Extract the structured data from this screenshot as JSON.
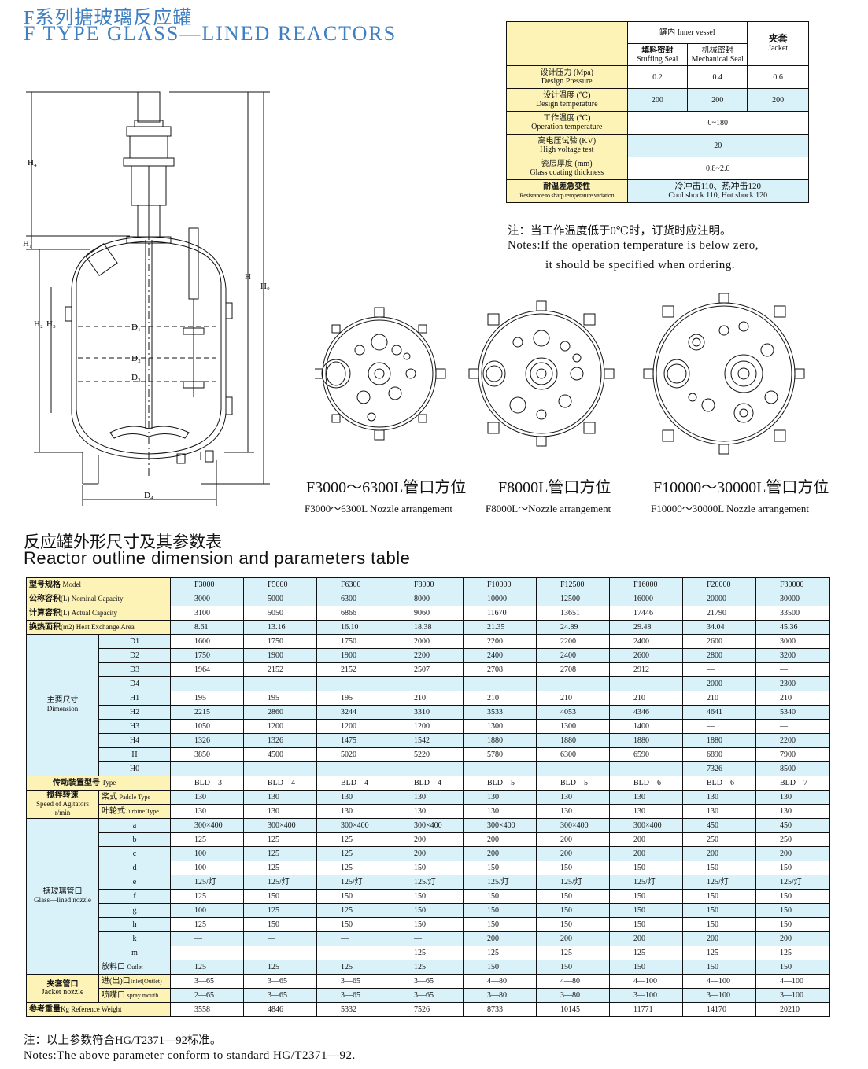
{
  "header": {
    "title_cn": "F系列搪玻璃反应罐",
    "title_en": "F TYPE GLASS—LINED REACTORS"
  },
  "spec_table": {
    "col_inner": "罐内 Inner vessel",
    "col_stuffing": "填料密封",
    "col_stuffing_en": "Stuffing Seal",
    "col_mech": "机械密封",
    "col_mech_en": "Mechanical Seal",
    "col_jacket": "夹套",
    "col_jacket_en": "Jacket",
    "rows": [
      {
        "cn": "设计压力 (Mpa)",
        "en": "Design Pressure",
        "v1": "0.2",
        "v2": "0.4",
        "v3": "0.6"
      },
      {
        "cn": "设计温度 (℃)",
        "en": "Design temperature",
        "v1": "200",
        "v2": "200",
        "v3": "200"
      },
      {
        "cn": "工作温度 (℃)",
        "en": "Operation temperature",
        "merged": "0~180"
      },
      {
        "cn": "高电压试验 (KV)",
        "en": "High voltage test",
        "merged": "20"
      },
      {
        "cn": "瓷层厚度 (mm)",
        "en": "Glass coating thickness",
        "merged": "0.8~2.0"
      },
      {
        "cn": "耐温差急变性",
        "en": "Resistance to sharp temperature variation",
        "merged": "冷冲击110、热冲击120",
        "merged_en": "Cool shock 110, Hot shock 120"
      }
    ]
  },
  "notes": {
    "line1": "注：当工作温度低于0℃时，订货时应注明。",
    "line2": "Notes:If the operation temperature is below zero,",
    "line3": "it should be specified when ordering."
  },
  "drawing_labels": {
    "h4": "H₄",
    "h1": "H₁",
    "h": "H",
    "h0": "H₀",
    "h2": "H₂",
    "h3": "H₃",
    "d1": "D₁",
    "d2": "D₂",
    "d3": "D₃",
    "d4": "D₄"
  },
  "arrangements": [
    {
      "cn": "F3000～6300L管口方位",
      "en": "F3000～6300L Nozzle arrangement"
    },
    {
      "cn": "F8000L管口方位",
      "en": "F8000L～Nozzle arrangement"
    },
    {
      "cn": "F10000～30000L管口方位",
      "en": "F10000～30000L Nozzle arrangement"
    }
  ],
  "section": {
    "title_cn": "反应罐外形尺寸及其参数表",
    "title_en": "Reactor outline dimension and parameters table"
  },
  "table": {
    "model_label": "型号规格",
    "model_label_en": "Model",
    "models": [
      "F3000",
      "F5000",
      "F6300",
      "F8000",
      "F10000",
      "F12500",
      "F16000",
      "F20000",
      "F30000"
    ],
    "capacity": {
      "cn": "公称容积",
      "en": "(L) Nominal Capacity",
      "values": [
        "3000",
        "5000",
        "6300",
        "8000",
        "10000",
        "12500",
        "16000",
        "20000",
        "30000"
      ]
    },
    "actual": {
      "cn": "计算容积",
      "en": "(L) Actual Capacity",
      "values": [
        "3100",
        "5050",
        "6866",
        "9060",
        "11670",
        "13651",
        "17446",
        "21790",
        "33500"
      ]
    },
    "heat": {
      "cn": "换热面积",
      "en": "(m2) Heat Exchange Area",
      "values": [
        "8.61",
        "13.16",
        "16.10",
        "18.38",
        "21.35",
        "24.89",
        "29.48",
        "34.04",
        "45.36"
      ]
    },
    "dimension": {
      "cn": "主要尺寸",
      "en": "Dimension",
      "rows": [
        {
          "name": "D1",
          "values": [
            "1600",
            "1750",
            "1750",
            "2000",
            "2200",
            "2200",
            "2400",
            "2600",
            "3000"
          ]
        },
        {
          "name": "D2",
          "values": [
            "1750",
            "1900",
            "1900",
            "2200",
            "2400",
            "2400",
            "2600",
            "2800",
            "3200"
          ]
        },
        {
          "name": "D3",
          "values": [
            "1964",
            "2152",
            "2152",
            "2507",
            "2708",
            "2708",
            "2912",
            "—",
            "—"
          ]
        },
        {
          "name": "D4",
          "values": [
            "—",
            "—",
            "—",
            "—",
            "—",
            "—",
            "—",
            "2000",
            "2300"
          ]
        },
        {
          "name": "H1",
          "values": [
            "195",
            "195",
            "195",
            "210",
            "210",
            "210",
            "210",
            "210",
            "210"
          ]
        },
        {
          "name": "H2",
          "values": [
            "2215",
            "2860",
            "3244",
            "3310",
            "3533",
            "4053",
            "4346",
            "4641",
            "5340"
          ]
        },
        {
          "name": "H3",
          "values": [
            "1050",
            "1200",
            "1200",
            "1200",
            "1300",
            "1300",
            "1400",
            "—",
            "—"
          ]
        },
        {
          "name": "H4",
          "values": [
            "1326",
            "1326",
            "1475",
            "1542",
            "1880",
            "1880",
            "1880",
            "1880",
            "2200"
          ]
        },
        {
          "name": "H",
          "values": [
            "3850",
            "4500",
            "5020",
            "5220",
            "5780",
            "6300",
            "6590",
            "6890",
            "7900"
          ]
        },
        {
          "name": "H0",
          "values": [
            "—",
            "—",
            "—",
            "—",
            "—",
            "—",
            "—",
            "7326",
            "8500"
          ]
        }
      ]
    },
    "drive": {
      "cn": "传动装置型号",
      "en": "Type",
      "values": [
        "BLD—3",
        "BLD—4",
        "BLD—4",
        "BLD—4",
        "BLD—5",
        "BLD—5",
        "BLD—6",
        "BLD—6",
        "BLD—7"
      ]
    },
    "speed": {
      "cn": "搅拌转速",
      "en1": "Speed of Agitators",
      "en2": "r/min",
      "paddle": {
        "cn": "桨式",
        "en": "Paddle Type",
        "values": [
          "130",
          "130",
          "130",
          "130",
          "130",
          "130",
          "130",
          "130",
          "130"
        ]
      },
      "turbine": {
        "cn": "叶轮式",
        "en": "Turbine Type",
        "values": [
          "130",
          "130",
          "130",
          "130",
          "130",
          "130",
          "130",
          "130",
          "130"
        ]
      }
    },
    "nozzle": {
      "cn": "搪玻璃管口",
      "en": "Glass—lined nozzle",
      "rows": [
        {
          "name": "a",
          "values": [
            "300×400",
            "300×400",
            "300×400",
            "300×400",
            "300×400",
            "300×400",
            "300×400",
            "450",
            "450"
          ]
        },
        {
          "name": "b",
          "values": [
            "125",
            "125",
            "125",
            "200",
            "200",
            "200",
            "200",
            "250",
            "250"
          ]
        },
        {
          "name": "c",
          "values": [
            "100",
            "125",
            "125",
            "200",
            "200",
            "200",
            "200",
            "200",
            "200"
          ]
        },
        {
          "name": "d",
          "values": [
            "100",
            "125",
            "125",
            "150",
            "150",
            "150",
            "150",
            "150",
            "150"
          ]
        },
        {
          "name": "e",
          "values": [
            "125/灯",
            "125/灯",
            "125/灯",
            "125/灯",
            "125/灯",
            "125/灯",
            "125/灯",
            "125/灯",
            "125/灯"
          ]
        },
        {
          "name": "f",
          "values": [
            "125",
            "150",
            "150",
            "150",
            "150",
            "150",
            "150",
            "150",
            "150"
          ]
        },
        {
          "name": "g",
          "values": [
            "100",
            "125",
            "125",
            "150",
            "150",
            "150",
            "150",
            "150",
            "150"
          ]
        },
        {
          "name": "h",
          "values": [
            "125",
            "150",
            "150",
            "150",
            "150",
            "150",
            "150",
            "150",
            "150"
          ]
        },
        {
          "name": "k",
          "values": [
            "—",
            "—",
            "—",
            "—",
            "200",
            "200",
            "200",
            "200",
            "200"
          ]
        },
        {
          "name": "m",
          "values": [
            "—",
            "—",
            "—",
            "125",
            "125",
            "125",
            "125",
            "125",
            "125"
          ]
        }
      ],
      "outlet": {
        "cn": "放料口",
        "en": "Outlet",
        "values": [
          "125",
          "125",
          "125",
          "125",
          "150",
          "150",
          "150",
          "150",
          "150"
        ]
      }
    },
    "jacket": {
      "cn": "夹套管口",
      "en": "Jacket nozzle",
      "inlet": {
        "cn": "进(出)口",
        "en": "Inlet(Outlet)",
        "values": [
          "3—65",
          "3—65",
          "3—65",
          "3—65",
          "4—80",
          "4—80",
          "4—100",
          "4—100",
          "4—100"
        ]
      },
      "spray": {
        "cn": "喷嘴口",
        "en": "spray mouth",
        "values": [
          "2—65",
          "3—65",
          "3—65",
          "3—65",
          "3—80",
          "3—80",
          "3—100",
          "3—100",
          "3—100"
        ]
      }
    },
    "weight": {
      "cn": "参考重量",
      "en": "Kg Reference Weight",
      "values": [
        "3558",
        "4846",
        "5332",
        "7526",
        "8733",
        "10145",
        "11771",
        "14170",
        "20210"
      ]
    }
  },
  "footer": {
    "note_cn": "注：以上参数符合HG/T2371—92标准。",
    "note_en": "Notes:The above parameter  conform to standard HG/T2371—92."
  }
}
